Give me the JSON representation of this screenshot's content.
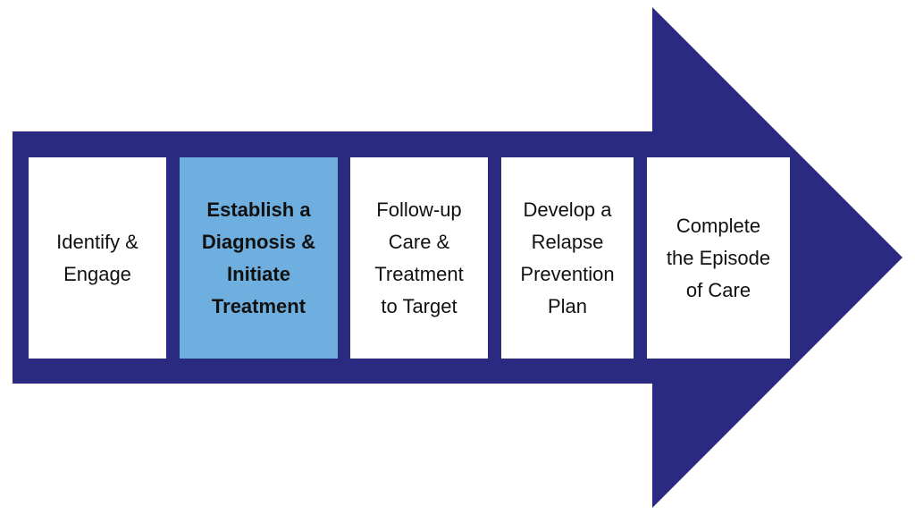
{
  "colors": {
    "arrow": "#2a2a80",
    "active_step": "#6fafdf",
    "step": "#ffffff"
  },
  "steps": [
    {
      "label": "Identify &\nEngage",
      "active": false
    },
    {
      "label": "Establish a\nDiagnosis &\nInitiate\nTreatment",
      "active": true
    },
    {
      "label": "Follow-up\nCare &\nTreatment\nto Target",
      "active": false
    },
    {
      "label": "Develop a\nRelapse\nPrevention\nPlan",
      "active": false
    },
    {
      "label": "Complete\nthe Episode\nof Care",
      "active": false
    }
  ]
}
